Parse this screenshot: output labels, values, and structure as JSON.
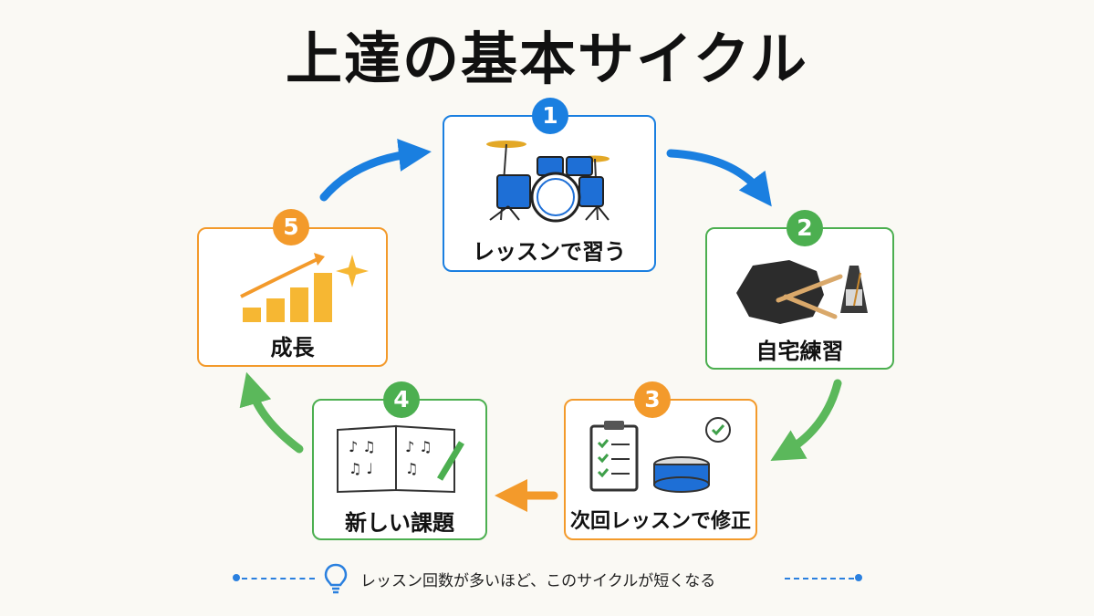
{
  "title": "上達の基本サイクル",
  "steps": [
    {
      "number": "1",
      "label": "レッスンで習う",
      "color": "#1a7fe0"
    },
    {
      "number": "2",
      "label": "自宅練習",
      "color": "#4caf50"
    },
    {
      "number": "3",
      "label": "次回レッスンで修正",
      "color": "#f39a2b"
    },
    {
      "number": "4",
      "label": "新しい課題",
      "color": "#4caf50"
    },
    {
      "number": "5",
      "label": "成長",
      "color": "#f39a2b"
    }
  ],
  "footer": {
    "note": "レッスン回数が多いほど、このサイクルが短くなる"
  }
}
